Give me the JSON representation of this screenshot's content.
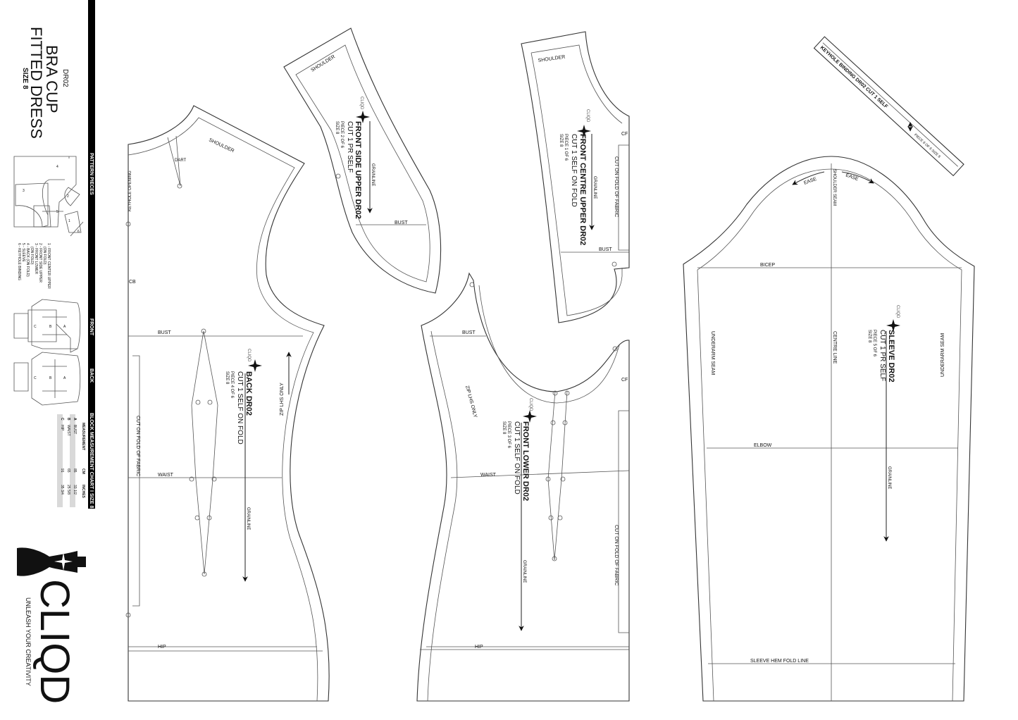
{
  "title": {
    "code": "DR02",
    "line1": "BRA CUP",
    "line2": "FITTED DRESS",
    "size": "SIZE 8"
  },
  "sidebar": {
    "pattern_pieces_header": "PATTERN PIECES",
    "legend": [
      "1 - FRONT CENTER UPPER",
      "(ON FOLD)",
      "2 - FRONT SIDE UPPER",
      "3 - FRONT LOWER",
      "(ON FOLD)",
      "4 - BACK (ON FOLD)",
      "5 - SLEEVE",
      "6 - KEYHOLE BINDING"
    ],
    "front_header": "FRONT",
    "back_header": "BACK",
    "chart_header": "BLOCK MEASUREMENT CHART I SIZE 8",
    "chart_columns": [
      "MEASUREMENT",
      "CM",
      "INCHES"
    ],
    "chart_rows": [
      {
        "key": "A",
        "name": "BUST",
        "cm": "85",
        "inches": "33 1/2"
      },
      {
        "key": "B",
        "name": "WAIST",
        "cm": "65",
        "inches": "25 5/8"
      },
      {
        "key": "C",
        "name": "HIP",
        "cm": "91",
        "inches": "35 3/4"
      }
    ],
    "thumb_letters": [
      "A",
      "B",
      "C"
    ],
    "piece_numbers": [
      "1",
      "2",
      "3",
      "4",
      "5",
      "6"
    ]
  },
  "brand": {
    "name": "CLIQD",
    "tagline": "UNLEASH YOUR CREATIVITY"
  },
  "pieces": {
    "back": {
      "title": "BACK  DR02",
      "cut": "CUT 1 SELF ON FOLD",
      "piece": "PIECE 4 OF 6",
      "size": "SIZE 8",
      "logo": "CLIQD",
      "shoulder": "SHOULDER",
      "dart": "DART",
      "keyhole": "KEYHOLE OPENING",
      "cb": "CB",
      "bust": "BUST",
      "waist": "WAIST",
      "hip": "HIP",
      "fold": "CUT ON FOLD OF FABRIC",
      "grain": "GRAINLINE",
      "zip": "ZIP LHS ONLY"
    },
    "front_side_upper": {
      "title": "FRONT SIDE UPPER  DR02",
      "cut": "CUT 1 PR SELF",
      "piece": "PIECE 2 OF 6",
      "size": "SIZE 8",
      "logo": "CLIQD",
      "shoulder": "SHOULDER",
      "grain": "GRAINLINE",
      "bust": "BUST"
    },
    "front_centre_upper": {
      "title": "FRONT CENTRE UPPER  DR02",
      "cut": "CUT 1 SELF ON FOLD",
      "piece": "PIECE 1 OF 6",
      "size": "SIZE 8",
      "logo": "CLIQD",
      "shoulder": "SHOULDER",
      "cf": "CF",
      "grain": "GRAINLINE",
      "fold": "CUT ON FOLD OF FABRIC",
      "bust": "BUST"
    },
    "front_lower": {
      "title": "FRONT LOWER  DR02",
      "cut": "CUT 1 SELF ON FOLD",
      "piece": "PIECE 3 OF 6",
      "size": "SIZE 8",
      "logo": "CLIQD",
      "bust": "BUST",
      "waist": "WAIST",
      "hip": "HIP",
      "cf": "CF",
      "zip": "ZIP LHS ONLY",
      "grain": "GRAINLINE",
      "fold": "CUT ON FOLD OF FABRIC"
    },
    "sleeve": {
      "title": "SLEEVE  DR02",
      "cut": "CUT 1 PR SELF",
      "piece": "PIECE 5 OF 6",
      "size": "SIZE 8",
      "logo": "CLIQD",
      "ease1": "EASE",
      "ease2": "EASE",
      "shoulder_seam": "SHOULDER SEAM",
      "bicep": "BICEP",
      "centre": "CENTRE LINE",
      "underarm_left": "UNDERARM SEAM",
      "underarm_right": "UNDERARM SEAM",
      "elbow": "ELBOW",
      "hem": "SLEEVE HEM FOLD LINE",
      "grain": "GRAINLINE"
    },
    "keyhole_binding": {
      "title": "KEYHOLE BINDING  DR02   CUT 1 SELF",
      "piece": "PIECE 6 OF 6   SIZE 8"
    }
  },
  "colors": {
    "ink": "#111111",
    "bar": "#000000",
    "row_fill": "#d9d9d9"
  }
}
